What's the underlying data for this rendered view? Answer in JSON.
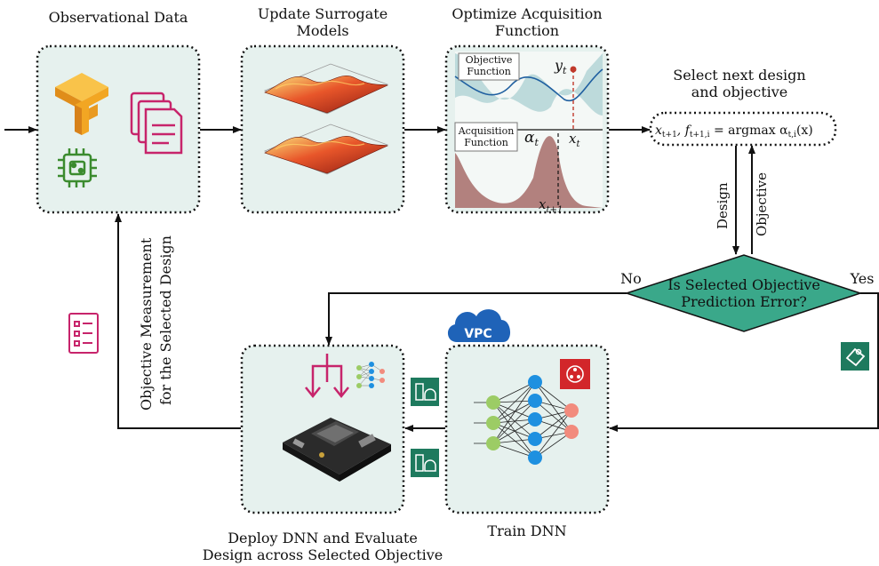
{
  "stages": {
    "observational_data": "Observational Data",
    "update_surrogate_line1": "Update Surrogate",
    "update_surrogate_line2": "Models",
    "optimize_acq_line1": "Optimize Acquisition",
    "optimize_acq_line2": "Function",
    "select_next_line1": "Select next design",
    "select_next_line2": "and objective",
    "train_dnn": "Train DNN",
    "deploy_line1": "Deploy DNN and Evaluate",
    "deploy_line2": "Design across Selected Objective"
  },
  "acquisition_panel": {
    "objective_label_line1": "Objective",
    "objective_label_line2": "Function",
    "acquisition_label_line1": "Acquisition",
    "acquisition_label_line2": "Function",
    "y_t": "y",
    "y_t_sub": "t",
    "alpha_t": "α",
    "alpha_t_sub": "t",
    "x_t": "x",
    "x_t_sub": "t",
    "x_t1": "x",
    "x_t1_sub": "t+1"
  },
  "formula": {
    "x": "x",
    "x_sub": "t+1",
    "f": ", f",
    "f_sub": "t+1,i",
    "rest": " = argmax α",
    "alpha_sub": "t,i",
    "tail": "(x)"
  },
  "decision": {
    "line1": "Is Selected Objective",
    "line2": "Prediction Error?",
    "no": "No",
    "yes": "Yes"
  },
  "arrow_labels": {
    "design": "Design",
    "objective": "Objective",
    "feedback_line1": "Objective Measurement",
    "feedback_line2": "for the Selected Design"
  },
  "vpc_badge": "VPC",
  "colors": {
    "box_fill": "#e6f1ee",
    "diamond_fill": "#3aa88a",
    "accent_pink": "#c7246b",
    "tf_orange": "#f2a623",
    "chip_green": "#3b8b2e",
    "aws_green": "#1e7a5e",
    "vpc_blue": "#1f63b8",
    "red_badge": "#d2262a",
    "nn_blue": "#1e90e0",
    "nn_green": "#9ccc65",
    "nn_salmon": "#f28b7d"
  },
  "icons": [
    "tensorflow-logo-icon",
    "documents-icon",
    "microchip-icon",
    "surface-plot-icon",
    "checklist-icon",
    "aws-service-icon",
    "vpc-cloud-icon",
    "neural-network-icon",
    "split-arrows-icon",
    "dev-board-icon",
    "sagemaker-icon",
    "server-icon"
  ]
}
